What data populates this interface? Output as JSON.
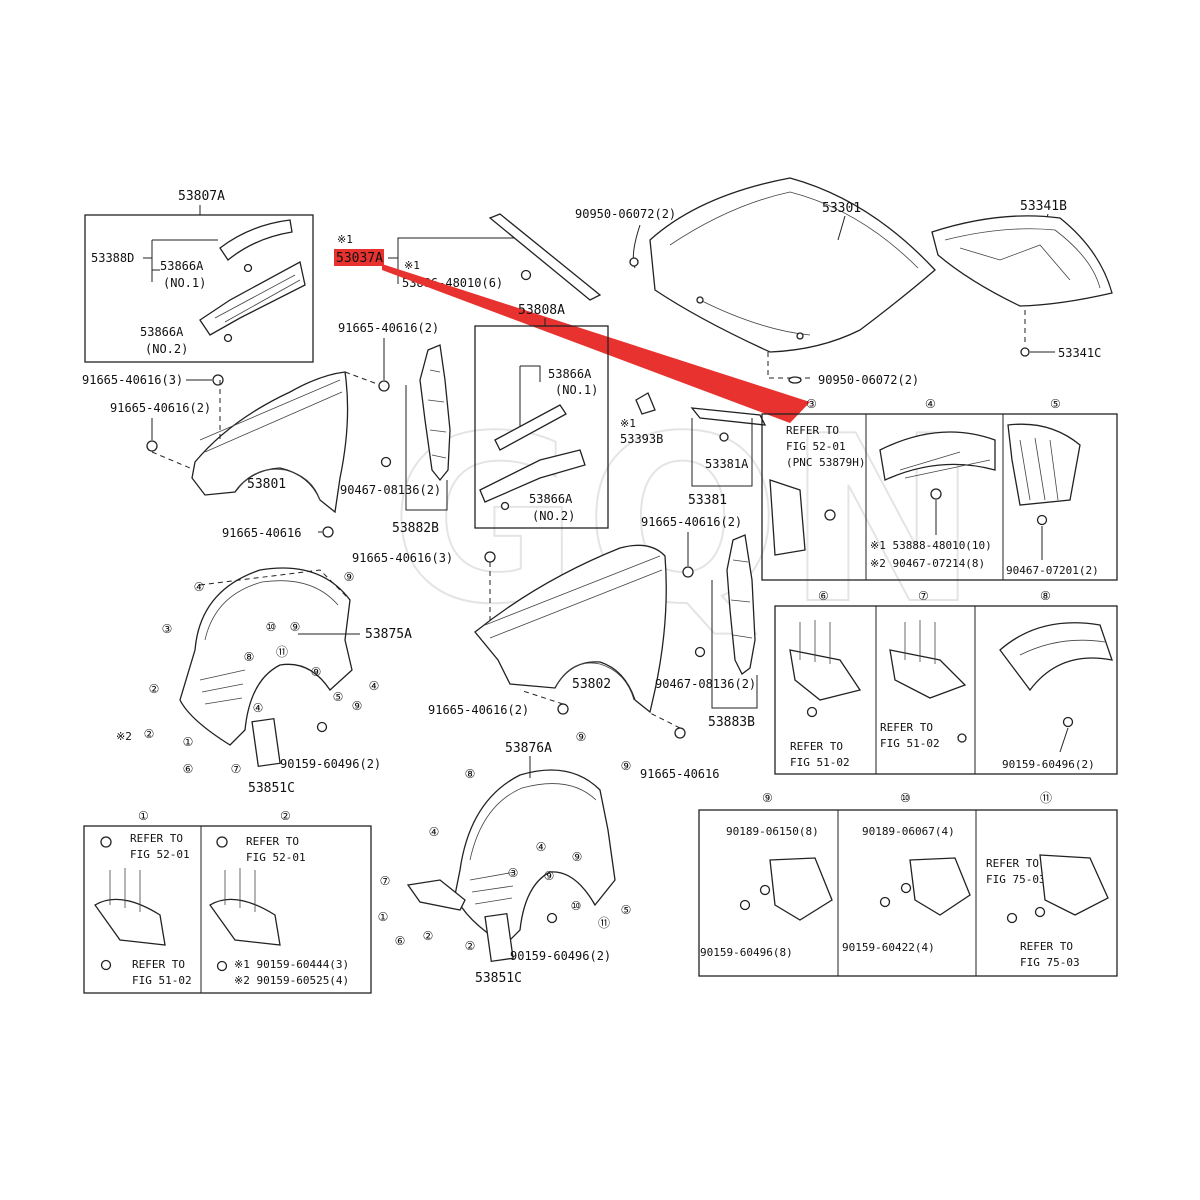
{
  "watermark": "GQN",
  "colors": {
    "highlight": "#e8322f",
    "line": "#222222"
  },
  "labels": {
    "p53807A": "53807A",
    "p53388D": "53388D",
    "p53866A_1": "53866A",
    "no1": "(NO.1)",
    "p53866A_2": "53866A",
    "no2": "(NO.2)",
    "b91665_2a": "91665-40616(2)",
    "b91665_3": "91665-40616(3)",
    "b91665_2b": "91665-40616(2)",
    "mark1_top": "※1",
    "p53037A": "53037A",
    "mark1_b": "※1",
    "clip_6": "53886-48010(6)",
    "p53808A": "53808A",
    "p53866A_3": "53866A",
    "no1b": "(NO.1)",
    "p53866A_4": "53866A",
    "no2b": "(NO.2)",
    "p53882B": "53882B",
    "b90467_2a": "90467-08136(2)",
    "p53801": "53801",
    "b91665_single_a": "91665-40616",
    "b91665_3b": "91665-40616(3)",
    "s90950_a": "90950-06072(2)",
    "p53301": "53301",
    "p53341B": "53341B",
    "p53341C": "53341C",
    "s90950_b": "90950-06072(2)",
    "mark1_c": "※1",
    "p53393B": "53393B",
    "p53381A": "53381A",
    "p53381": "53381",
    "b91665_2c": "91665-40616(2)",
    "p53875A": "53875A",
    "p53802": "53802",
    "b90467_2b": "90467-08136(2)",
    "p53883B": "53883B",
    "b91665_2d": "91665-40616(2)",
    "b91665_single_b": "91665-40616",
    "mark2": "※2",
    "b90159_2a": "90159-60496(2)",
    "p53851C_a": "53851C",
    "p53876A": "53876A",
    "b90159_2b": "90159-60496(2)",
    "p53851C_b": "53851C"
  },
  "detail_boxes": [
    {
      "no": "③",
      "lines": [
        "REFER TO",
        "FIG 52-01",
        "(PNC 53879H)"
      ]
    },
    {
      "no": "④",
      "lines": [
        "※1 53888-48010(10)",
        "※2 90467-07214(8)"
      ]
    },
    {
      "no": "⑤",
      "lines": [
        "90467-07201(2)"
      ]
    },
    {
      "no": "⑥",
      "lines": [
        "REFER TO",
        "FIG 51-02"
      ]
    },
    {
      "no": "⑦",
      "lines": [
        "REFER TO",
        "FIG 51-02"
      ]
    },
    {
      "no": "⑧",
      "lines": [
        "90159-60496(2)"
      ]
    },
    {
      "no": "⑨",
      "lines": [
        "90189-06150(8)",
        "90159-60496(8)"
      ]
    },
    {
      "no": "⑩",
      "lines": [
        "90189-06067(4)",
        "90159-60422(4)"
      ]
    },
    {
      "no": "⑪",
      "lines": [
        "REFER TO",
        "FIG 75-03",
        "REFER TO",
        "FIG 75-03"
      ]
    },
    {
      "no": "①",
      "lines": [
        "REFER TO",
        "FIG 52-01",
        "REFER TO",
        "FIG 51-02"
      ]
    },
    {
      "no": "②",
      "lines": [
        "REFER TO",
        "FIG 52-01",
        "※1 90159-60444(3)",
        "※2 90159-60525(4)"
      ]
    }
  ],
  "callouts_left": [
    "④",
    "⑨",
    "③",
    "⑩",
    "⑨",
    "⑧",
    "⑪",
    "⑨",
    "②",
    "④",
    "⑤",
    "⑨",
    "④",
    "①",
    "⑥",
    "⑦",
    "②"
  ],
  "callouts_right": [
    "⑨",
    "⑧",
    "⑨",
    "④",
    "④",
    "⑨",
    "⑦",
    "③",
    "⑨",
    "①",
    "⑩",
    "⑥",
    "②",
    "⑪",
    "⑤",
    "②"
  ]
}
